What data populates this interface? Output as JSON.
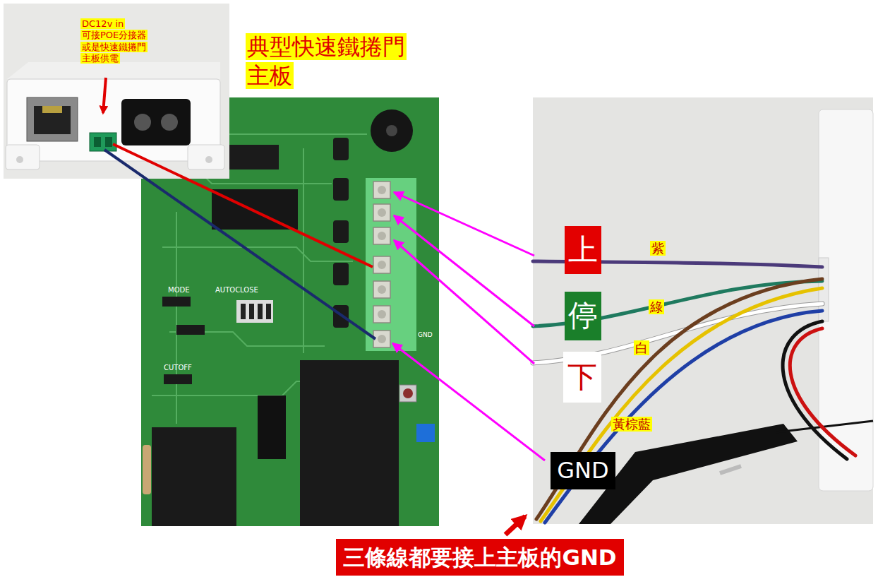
{
  "diagram": {
    "nodes": [
      {
        "text": [
          "上"
        ]
      },
      {
        "text": [
          "停"
        ]
      },
      {
        "text": [
          "下"
        ]
      },
      {
        "text": [
          "GND"
        ]
      },
      {
        "text": [
          "三條線都要接上主板的GND"
        ]
      }
    ],
    "labels": [
      "DC12v in 可接POE分接器 或是快速鐵捲門 主板供電",
      "典型快速鐵捲門 主板",
      "紫",
      "綠",
      "白",
      "黃棕藍",
      "MODE",
      "AUTOCLOSE",
      "CUTOFF",
      "GND"
    ]
  }
}
